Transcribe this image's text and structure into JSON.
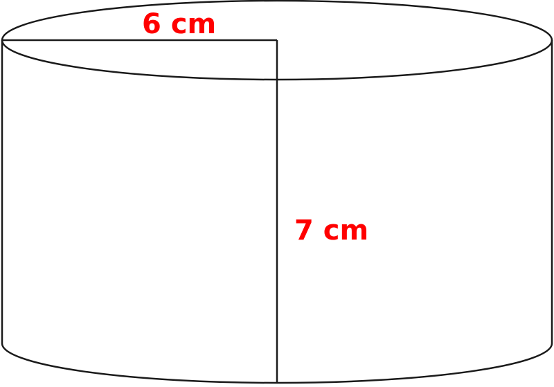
{
  "diagram": {
    "shape": "cylinder",
    "radius_label": "6 cm",
    "height_label": "7 cm",
    "colors": {
      "outline": "#1a1a1a",
      "label": "#ff0000",
      "background": "#ffffff"
    }
  }
}
